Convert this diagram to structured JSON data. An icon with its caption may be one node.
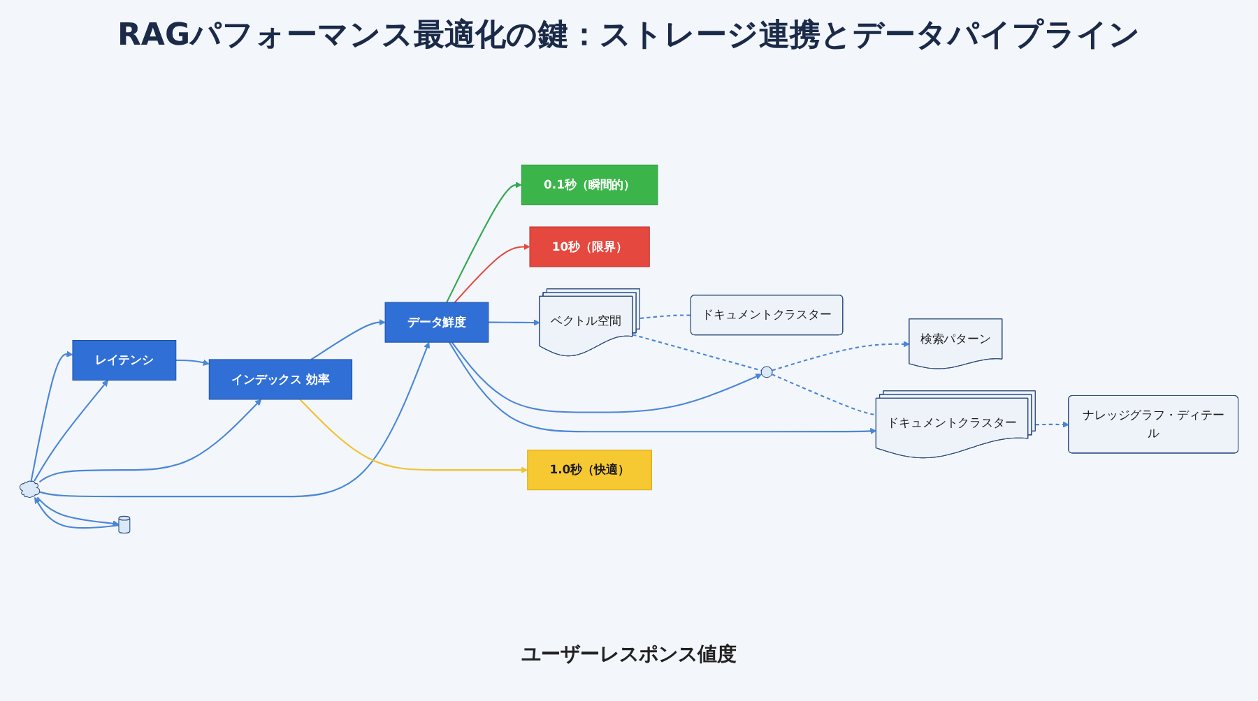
{
  "diagram": {
    "title": "RAGパフォーマンス最適化の鍵：ストレージ連携とデータパイプライン",
    "nodes": [
      {
        "text": [],
        "shape": "cloud"
      },
      {
        "text": [],
        "shape": "cylinder"
      },
      {
        "text": [
          "レイテンシ"
        ]
      },
      {
        "text": [
          "インデックス 効率"
        ]
      },
      {
        "text": [
          "データ鮮度"
        ]
      },
      {
        "text": [
          "0.1秒（瞬間的）"
        ]
      },
      {
        "text": [
          "1.0秒（快適）"
        ]
      },
      {
        "text": [
          "10秒（限界）"
        ]
      },
      {
        "text": [
          "ベクトル空間"
        ]
      },
      {
        "text": [
          "ドキュメントクラスター"
        ]
      },
      {
        "text": [],
        "shape": "circle"
      },
      {
        "text": [
          "検索パターン"
        ]
      },
      {
        "text": [
          "ドキュメントクラスター"
        ]
      },
      {
        "text": [
          "ナレッジグラフ・ディテール"
        ]
      }
    ],
    "edges": [
      {
        "from": 0,
        "to": 2,
        "arrow": "to"
      },
      {
        "from": 0,
        "to": 2,
        "arrow": "to"
      },
      {
        "from": 0,
        "to": 3,
        "arrow": "to"
      },
      {
        "from": 0,
        "to": 4,
        "arrow": "to"
      },
      {
        "from": 0,
        "to": 1,
        "arrow": "to"
      },
      {
        "from": 1,
        "to": 0,
        "arrow": "to"
      },
      {
        "from": 2,
        "to": 3,
        "arrow": "to"
      },
      {
        "from": 3,
        "to": 4,
        "arrow": "to"
      },
      {
        "from": 4,
        "to": 5,
        "arrow": "to",
        "color": "#34a853"
      },
      {
        "from": 3,
        "to": 6,
        "arrow": "to",
        "color": "#f2c12e"
      },
      {
        "from": 4,
        "to": 7,
        "arrow": "to",
        "color": "#e5483f"
      },
      {
        "from": 4,
        "to": 8,
        "arrow": "to"
      },
      {
        "from": 4,
        "to": 10,
        "arrow": "to"
      },
      {
        "from": 4,
        "to": 12,
        "arrow": "to"
      },
      {
        "from": 8,
        "to": 9,
        "arrow": "none",
        "style": "dashed"
      },
      {
        "from": 8,
        "to": 10,
        "arrow": "none",
        "style": "dashed"
      },
      {
        "from": 10,
        "to": 11,
        "arrow": "to",
        "style": "dashed"
      },
      {
        "from": 10,
        "to": 12,
        "arrow": "none",
        "style": "dashed"
      },
      {
        "from": 12,
        "to": 13,
        "arrow": "to",
        "style": "dashed"
      }
    ],
    "labels": [
      "ユーザーレスポンス値度"
    ]
  }
}
